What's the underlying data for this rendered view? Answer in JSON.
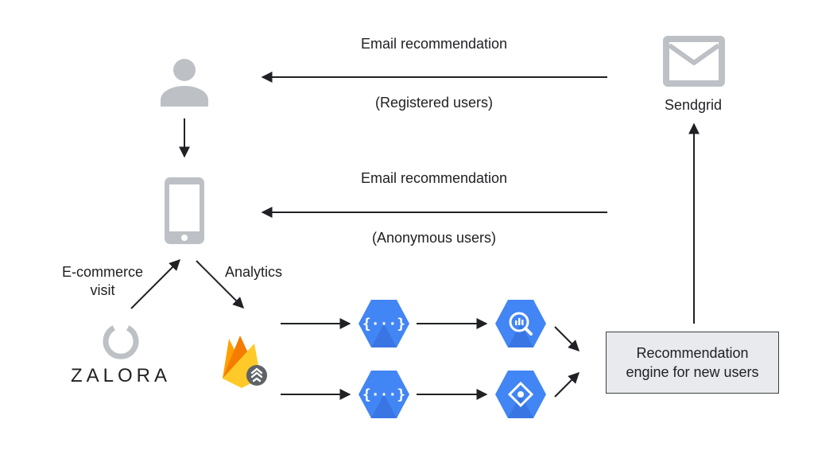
{
  "top_flow": {
    "label_above": "Email recommendation",
    "label_below": "(Registered users)"
  },
  "middle_flow": {
    "label_above": "Email recommendation",
    "label_below": "(Anonymous users)"
  },
  "sendgrid": {
    "label": "Sendgrid",
    "icon": "mail-icon"
  },
  "ecommerce_label": [
    "E-commerce",
    "visit"
  ],
  "analytics_label": "Analytics",
  "zalora": {
    "wordmark": "ZALORA"
  },
  "engine": {
    "lines": [
      "Recommendation",
      "engine for new users"
    ]
  },
  "icons": {
    "user": "user-icon",
    "phone": "smartphone-icon",
    "firebase": "firebase-icon",
    "functions": "cloud-functions-icon",
    "bigquery": "bigquery-icon",
    "ml": "ml-engine-icon"
  },
  "colors": {
    "gcp_blue": "#4285f4",
    "gcp_dark": "#3367d6",
    "icon_gray": "#bdc1c6",
    "arrow": "#202124",
    "box_fill": "#e8eaed"
  }
}
